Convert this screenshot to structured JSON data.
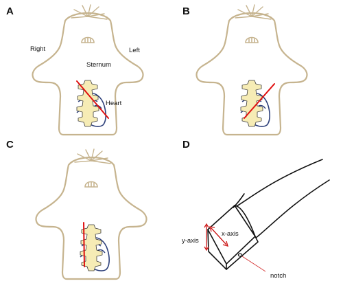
{
  "panels": [
    {
      "letter": "A",
      "labels": {
        "right": "Right",
        "left": "Left",
        "sternum": "Sternum",
        "heart": "Heart"
      }
    },
    {
      "letter": "B"
    },
    {
      "letter": "C"
    },
    {
      "letter": "D",
      "labels": {
        "y_axis": "y-axis",
        "x_axis": "x-axis",
        "notch": "notch"
      }
    }
  ],
  "colors": {
    "body_outline": "#c6b48f",
    "sternum_fill": "#f6ecb5",
    "heart_outline": "#2c3f7a",
    "cut_line": "#e01010",
    "probe_outline": "#111111",
    "axis_arrows": "#cc1414"
  }
}
